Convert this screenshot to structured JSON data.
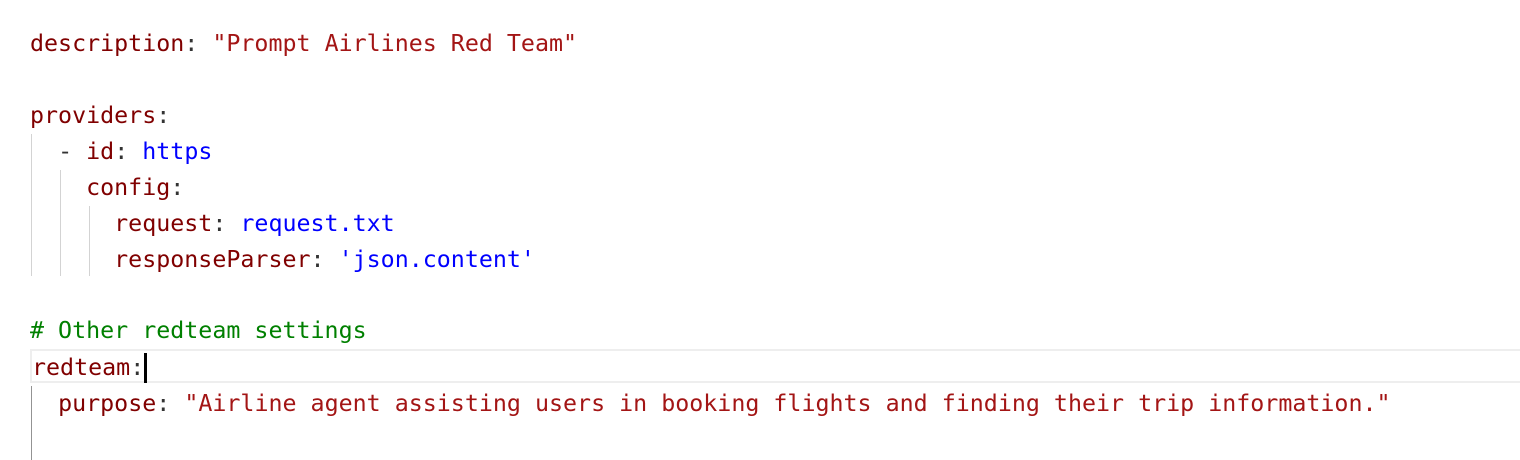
{
  "editor": {
    "language": "yaml",
    "lines": [
      {
        "key": "description",
        "sep": ": ",
        "value": "\"Prompt Airlines Red Team\"",
        "value_type": "string"
      },
      {
        "key": "providers",
        "sep": ":"
      },
      {
        "dash": "- ",
        "key": "id",
        "sep": ": ",
        "value": "https",
        "value_type": "plain"
      },
      {
        "key": "config",
        "sep": ":"
      },
      {
        "key": "request",
        "sep": ": ",
        "value": "request.txt",
        "value_type": "plain"
      },
      {
        "key": "responseParser",
        "sep": ": ",
        "value": "'json.content'",
        "value_type": "plain"
      },
      {
        "comment": "# Other redteam settings"
      },
      {
        "key": "redteam",
        "sep": ":"
      },
      {
        "key": "purpose",
        "sep": ": ",
        "value": "\"Airline agent assisting users in booking flights and finding their trip information.\"",
        "value_type": "string"
      }
    ],
    "cursor": {
      "line": 8,
      "after": "redteam:"
    },
    "colors": {
      "key": "#800000",
      "string": "#a31515",
      "plain_value": "#0000ff",
      "comment": "#008000",
      "punctuation": "#333333"
    }
  }
}
